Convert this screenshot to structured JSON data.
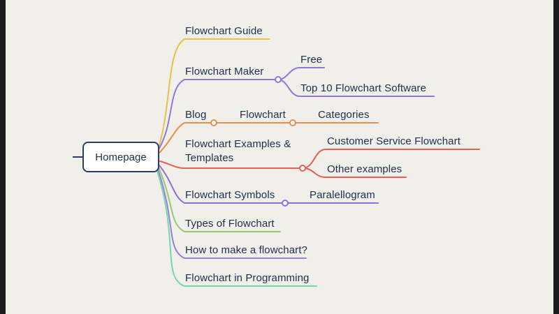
{
  "meta": {
    "title": "Flowchart website mind map",
    "background": "#f0efe9",
    "text_color": "#20304f"
  },
  "root": {
    "label": "Homepage",
    "border_color": "#2c3e66"
  },
  "branches": [
    {
      "id": "flowchart-guide",
      "label": "Flowchart Guide",
      "color": "#e6c24d"
    },
    {
      "id": "flowchart-maker",
      "label": "Flowchart Maker",
      "color": "#8a7ad6",
      "children": [
        {
          "label": "Free"
        },
        {
          "label": "Top 10 Flowchart Software"
        }
      ]
    },
    {
      "id": "blog",
      "label": "Blog",
      "color": "#ea8c4c",
      "children": [
        {
          "label": "Flowchart",
          "children": [
            {
              "label": "Categories"
            }
          ]
        }
      ]
    },
    {
      "id": "examples",
      "label": "Flowchart Examples & Templates",
      "color": "#e45f55",
      "children": [
        {
          "label": "Customer Service Flowchart"
        },
        {
          "label": "Other examples"
        }
      ]
    },
    {
      "id": "symbols",
      "label": "Flowchart Symbols",
      "color": "#8d6fd6",
      "children": [
        {
          "label": "Paralellogram"
        }
      ]
    },
    {
      "id": "types",
      "label": "Types of Flowchart",
      "color": "#97c96e"
    },
    {
      "id": "how-to",
      "label": "How to make a flowchart?",
      "color": "#9a7fd8"
    },
    {
      "id": "programming",
      "label": "Flowchart in Programming",
      "color": "#74d6b3"
    }
  ]
}
